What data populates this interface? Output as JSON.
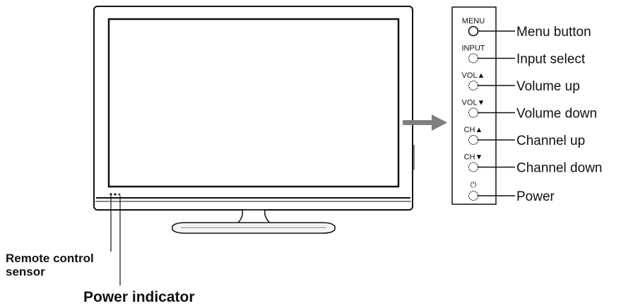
{
  "panel": {
    "buttons": [
      {
        "key": "menu",
        "caption": "MENU",
        "label": "Menu button"
      },
      {
        "key": "input",
        "caption": "INPUT",
        "label": "Input select"
      },
      {
        "key": "vol-up",
        "caption": "VOL▲",
        "label": "Volume up"
      },
      {
        "key": "vol-down",
        "caption": "VOL▼",
        "label": "Volume down"
      },
      {
        "key": "ch-up",
        "caption": "CH▲",
        "label": "Channel up"
      },
      {
        "key": "ch-down",
        "caption": "CH▼",
        "label": "Channel down"
      },
      {
        "key": "power",
        "caption": "⏻",
        "label": "Power"
      }
    ]
  },
  "tv": {
    "remote_sensor_label_line1": "Remote control",
    "remote_sensor_label_line2": "sensor",
    "power_indicator_label": "Power indicator"
  },
  "icons": {
    "arrow": "right-arrow-icon",
    "power": "power-icon"
  },
  "colors": {
    "line": "#111111",
    "arrow": "#7f7f7f"
  }
}
